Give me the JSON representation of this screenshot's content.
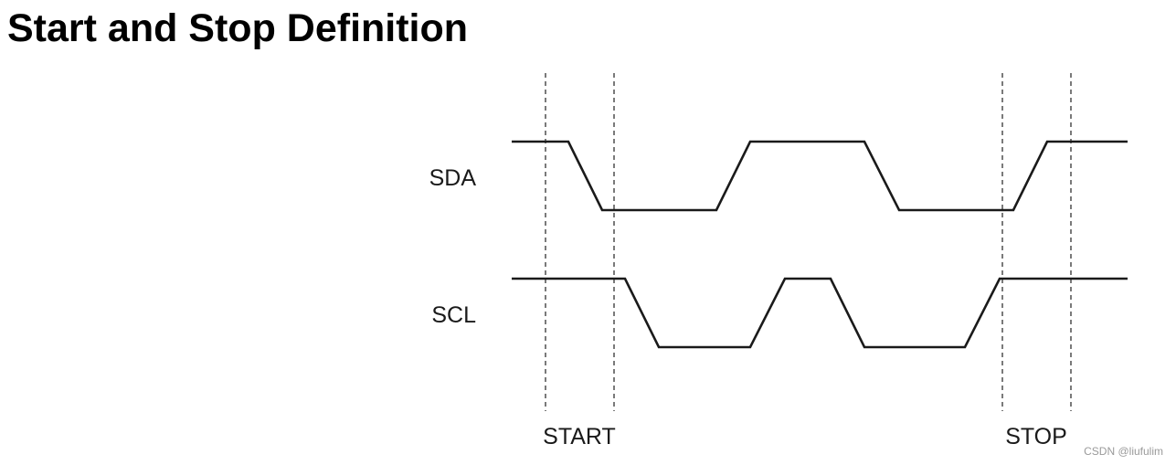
{
  "title": "Start and Stop Definition",
  "signals": [
    {
      "name": "SDA"
    },
    {
      "name": "SCL"
    }
  ],
  "markers": [
    {
      "label": "START"
    },
    {
      "label": "STOP"
    }
  ],
  "watermark": "CSDN @liufulim",
  "colors": {
    "line": "#1a1a1a",
    "dashed": "#333333",
    "watermark": "#9a9a9a"
  }
}
